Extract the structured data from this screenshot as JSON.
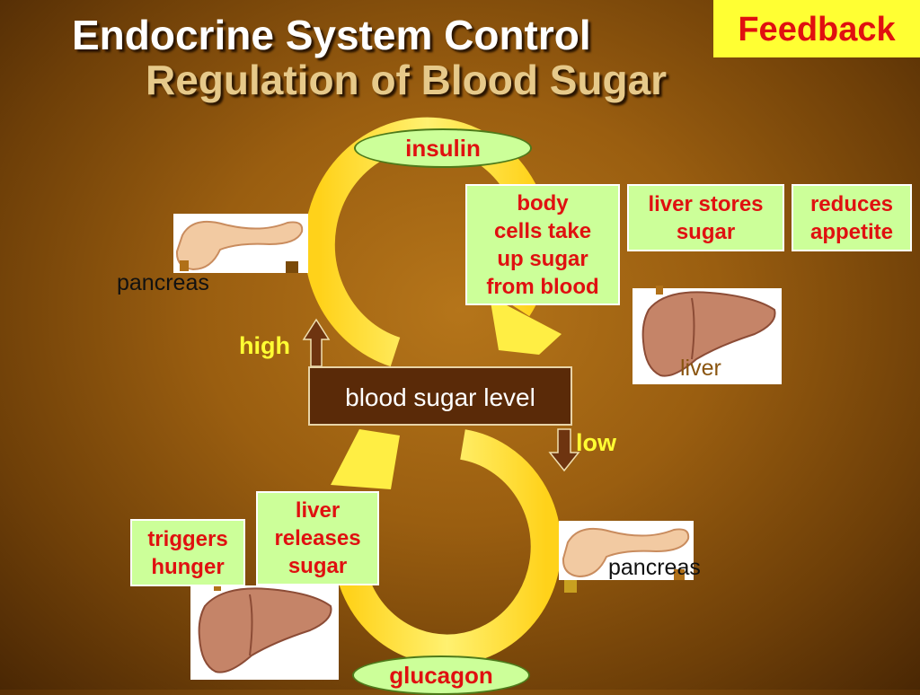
{
  "header": {
    "title": "Endocrine System Control",
    "subtitle": "Regulation of Blood Sugar",
    "feedback_label": "Feedback"
  },
  "diagram": {
    "center": "blood sugar level",
    "high_label": "high",
    "low_label": "low",
    "top_loop": {
      "hormone": "insulin",
      "organ": "pancreas",
      "effects": [
        "body\ncells take\nup sugar\nfrom blood",
        "liver stores\nsugar",
        "reduces\nappetite"
      ],
      "liver_label": "liver"
    },
    "bottom_loop": {
      "hormone": "glucagon",
      "organ": "pancreas",
      "effects": [
        "liver\nreleases\nsugar",
        "triggers\nhunger"
      ]
    }
  },
  "colors": {
    "arrow_fill": "#ffee44",
    "hormone_bg": "#ccff99",
    "label_red": "#e01010",
    "center_bg": "#5a2a08"
  }
}
